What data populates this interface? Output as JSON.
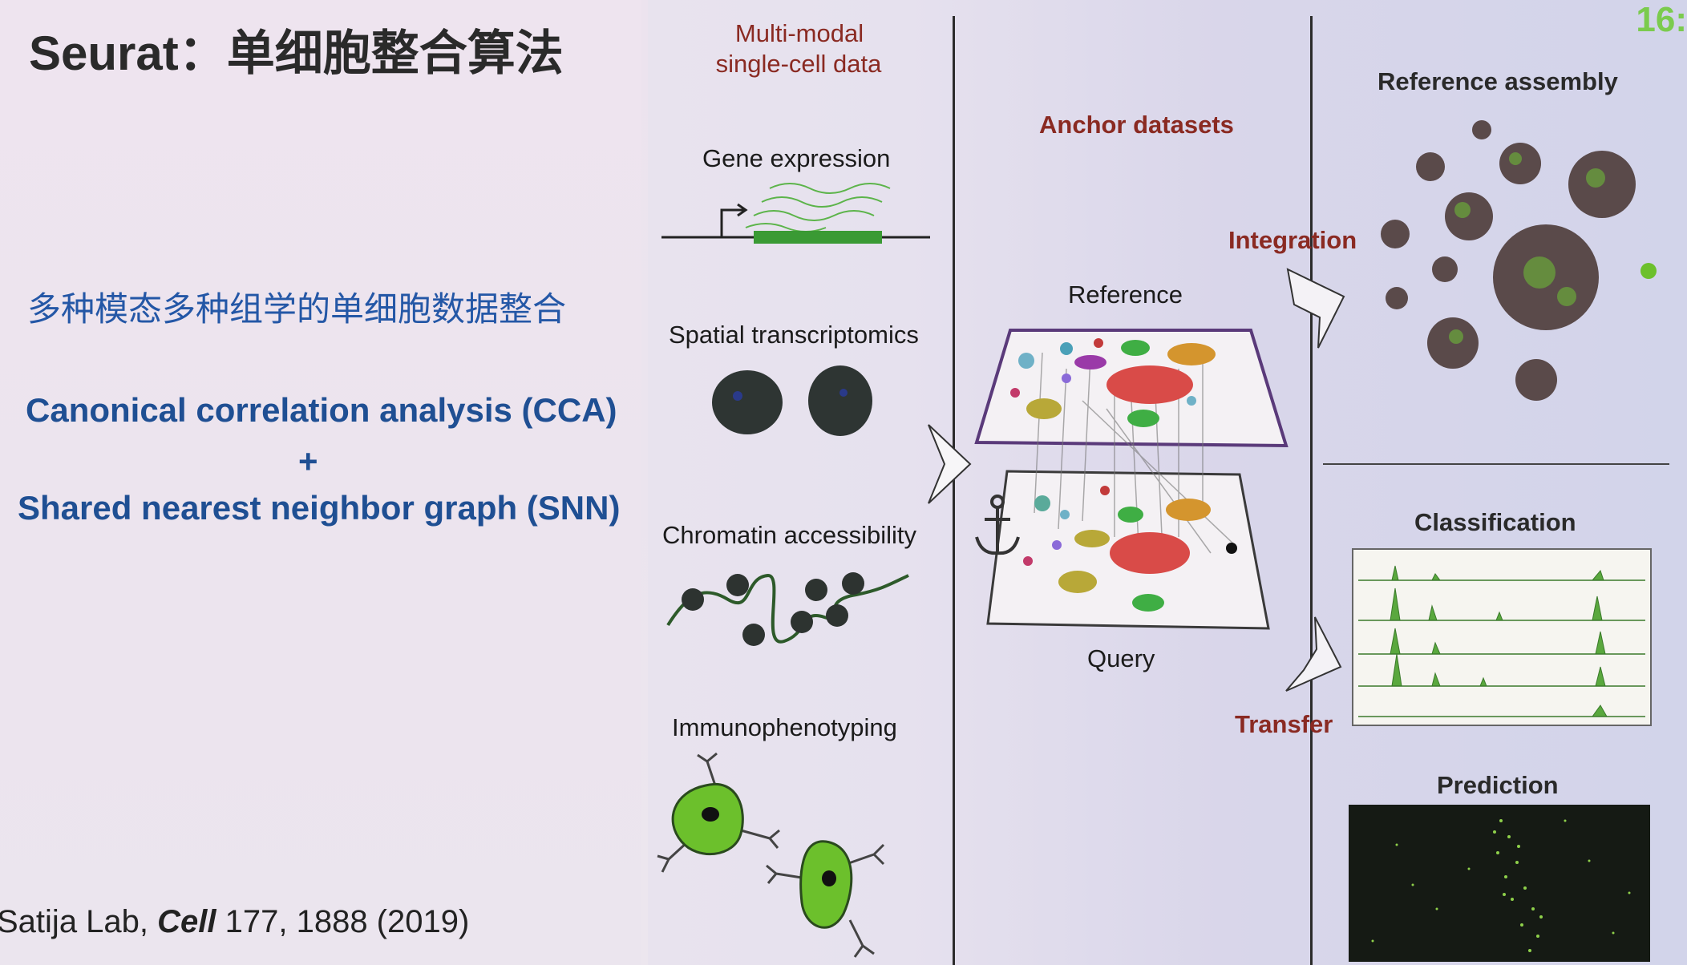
{
  "slide": {
    "title": "Seurat：单细胞整合算法",
    "subtitle_cn": "多种模态多种组学的单细胞数据整合",
    "method_line1": "Canonical correlation analysis (CCA)",
    "plus": "+",
    "method_line2": "Shared nearest neighbor graph (SNN)",
    "citation_lab": "Satija Lab, ",
    "citation_journal": "Cell",
    "citation_ref": " 177, 1888 (2019)",
    "clock": "16:"
  },
  "figure": {
    "col1_header_line1": "Multi-modal",
    "col1_header_line2": "single-cell data",
    "modalities": [
      "Gene expression",
      "Spatial transcriptomics",
      "Chromatin accessibility",
      "Immunophenotyping"
    ],
    "anchor_datasets": "Anchor datasets",
    "reference": "Reference",
    "query": "Query",
    "integration": "Integration",
    "transfer": "Transfer",
    "reference_assembly": "Reference assembly",
    "classification": "Classification",
    "prediction": "Prediction"
  },
  "colors": {
    "title_text": "#2a2a2a",
    "blue_text": "#1f4f93",
    "red_label": "#8a2a22",
    "green": "#3fa83a",
    "cell_green": "#6cc02c"
  }
}
